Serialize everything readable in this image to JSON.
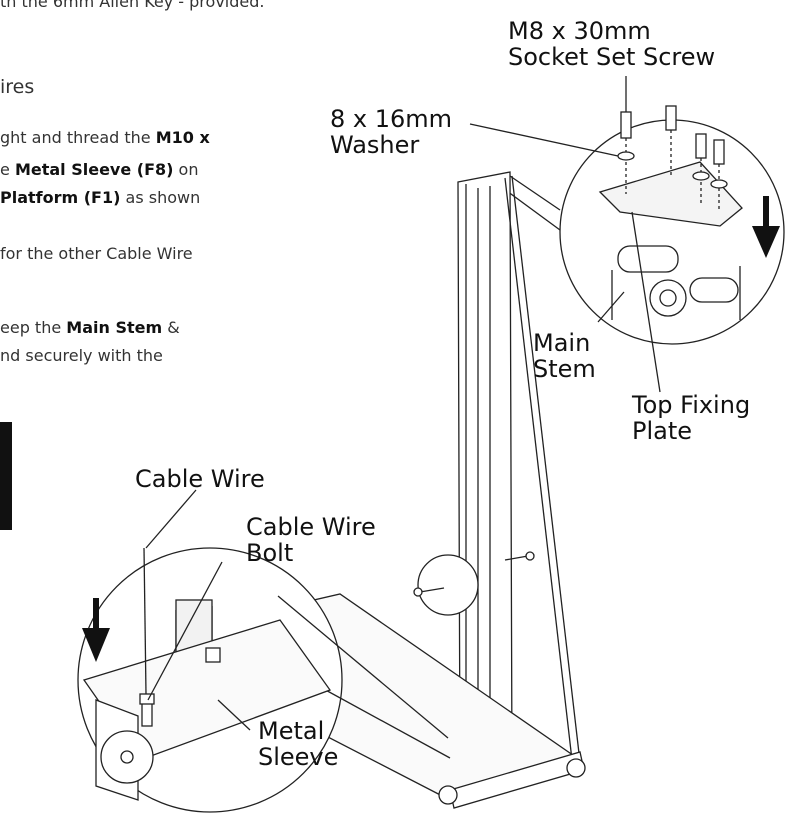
{
  "instructions": {
    "line1": "th the 6mm Allen Key - provided.",
    "line2": "ires",
    "para1": {
      "a_pre": "ght and thread the ",
      "a_bold": "M10 x",
      "b_pre": "e ",
      "b_bold": "Metal Sleeve  (F8)",
      "b_post": " on",
      "c_bold": "Platform (F1)",
      "c_post": " as shown"
    },
    "para2": "for the other Cable Wire",
    "para3": {
      "a_pre": "eep the ",
      "a_bold": "Main Stem",
      "a_post": " &",
      "b": "nd securely with the"
    }
  },
  "labels": {
    "screw": [
      "M8 x 30mm",
      "Socket Set Screw"
    ],
    "washer": [
      "8 x 16mm",
      "Washer"
    ],
    "main_stem": [
      "Main",
      "Stem"
    ],
    "top_plate": [
      "Top Fixing",
      "Plate"
    ],
    "cable_wire": "Cable Wire",
    "cable_bolt": [
      "Cable Wire",
      "Bolt"
    ],
    "metal_sleeve": [
      "Metal",
      "Sleeve"
    ]
  }
}
